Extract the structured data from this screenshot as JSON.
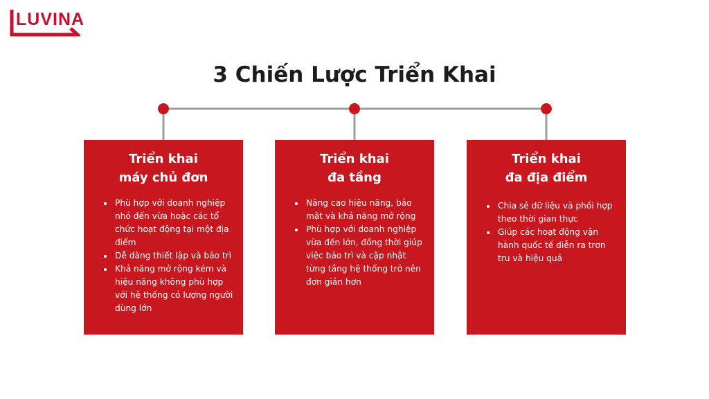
{
  "logo": {
    "text": "LUVINA"
  },
  "title": "3 Chiến Lược Triển Khai",
  "colors": {
    "accent": "#c8171e",
    "connector": "#9e9e9e",
    "title": "#1c1c1c"
  },
  "cards": [
    {
      "title_line1": "Triển khai",
      "title_line2": "máy chủ đơn",
      "bullets": [
        "Phù hợp với doanh nghiệp nhỏ đến vừa hoặc các tổ chức hoạt động tại một địa điểm",
        "Dễ dàng thiết lập và bảo trì",
        "Khả năng mở rộng kém và hiệu năng không phù hợp với hệ thống có lượng người dùng lớn"
      ]
    },
    {
      "title_line1": "Triển khai",
      "title_line2": "đa tầng",
      "bullets": [
        "Nâng cao hiệu năng, bảo mật và khả năng mở rộng",
        "Phù hợp với doanh nghiệp vừa đến lớn, đồng thời giúp việc bảo trì và cập nhật từng tầng hệ thống trở nên đơn giản hơn"
      ]
    },
    {
      "title_line1": "Triển khai",
      "title_line2": "đa địa điểm",
      "bullets": [
        "Chia sẻ dữ liệu và phối hợp theo thời gian thực",
        "Giúp các hoạt động vận hành quốc tế diễn ra trơn tru và hiệu quả"
      ]
    }
  ]
}
